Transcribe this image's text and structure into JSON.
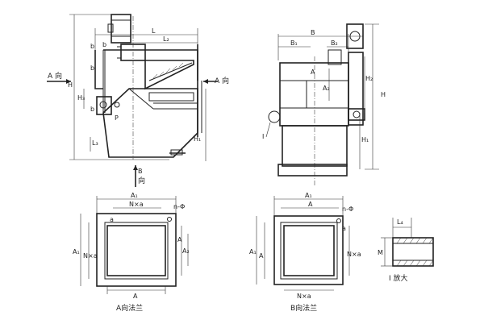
{
  "front_view": {
    "top_L": "L",
    "top_L2": "L₂",
    "b_top_left": "b",
    "b_top_right": "b",
    "b_mid": "b",
    "b_upper": "b",
    "H": "H",
    "H3": "H₃",
    "H1": "H₁",
    "L3": "L₃",
    "P": "P",
    "arrow_a_label": "A 向",
    "arrow_a_right_label": "A 向",
    "arrow_b_letter": "B",
    "arrow_b_word": "向"
  },
  "side_view": {
    "B": "B",
    "B1": "B₁",
    "B2": "B₂",
    "A": "A",
    "A2": "A₂",
    "H2": "H₂",
    "H": "H",
    "H1": "H₁",
    "detail_mark": "I"
  },
  "flange_a": {
    "A1": "A₁",
    "NxA": "N×a",
    "n_phi": "n-Φ",
    "a": "a",
    "A1_side": "A₁",
    "Nxa_side": "N×a",
    "A_side": "A",
    "A2_side": "A₂",
    "A_bottom": "A",
    "caption": "A向法兰"
  },
  "flange_b": {
    "A1": "A₁",
    "A": "A",
    "n_phi": "n-Φ",
    "a": "a",
    "A1_side": "A₁",
    "A_side": "A",
    "Nxa_side": "N×a",
    "Nxa_bottom": "N×a",
    "caption": "B向法兰"
  },
  "detail_I": {
    "L4": "L₄",
    "M": "M",
    "caption": "I 放大"
  }
}
